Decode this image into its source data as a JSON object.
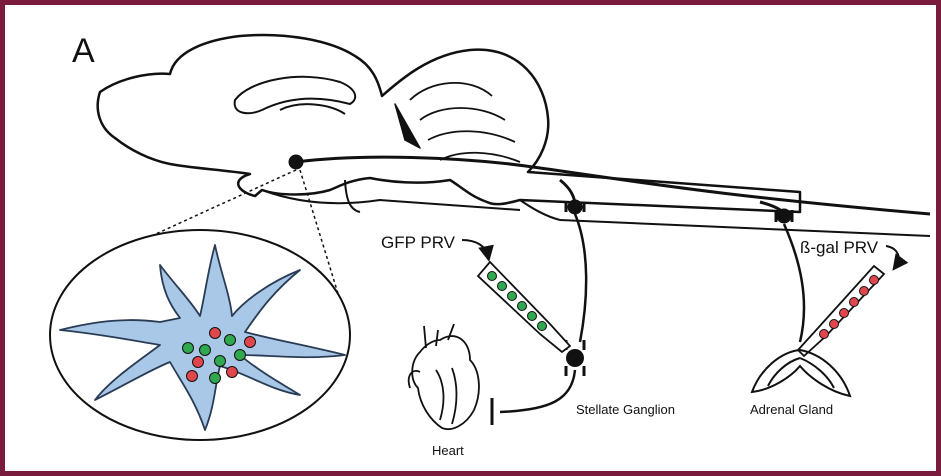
{
  "panel_letter": "A",
  "labels": {
    "gfp_prv": "GFP PRV",
    "bgal_prv": "ß-gal PRV",
    "stellate_ganglion": "Stellate Ganglion",
    "adrenal_gland": "Adrenal Gland",
    "heart": "Heart"
  },
  "colors": {
    "frame": "#7a1a3c",
    "neuron_fill": "#a9c7e6",
    "gfp_green": "#2fa84f",
    "bgal_red": "#e0474c",
    "ink": "#111111"
  }
}
